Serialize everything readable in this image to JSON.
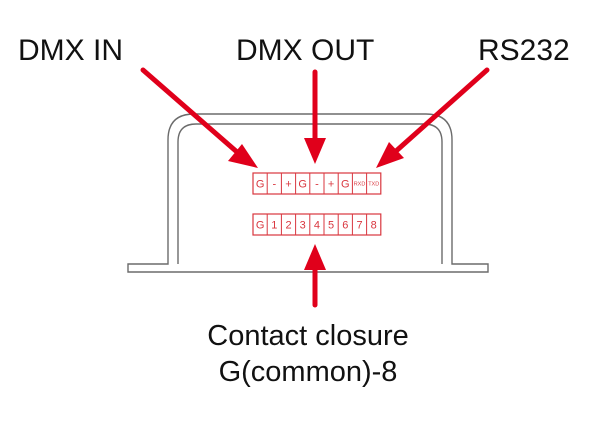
{
  "labels": {
    "dmx_in": "DMX IN",
    "dmx_out": "DMX OUT",
    "rs232": "RS232",
    "contact_line1": "Contact closure",
    "contact_line2": "G(common)-8"
  },
  "terminals": {
    "top_row": [
      "G",
      "-",
      "+",
      "G",
      "-",
      "+",
      "G",
      "RXD",
      "TXD"
    ],
    "bottom_row": [
      "G",
      "1",
      "2",
      "3",
      "4",
      "5",
      "6",
      "7",
      "8"
    ]
  },
  "colors": {
    "arrow": "#e0001b",
    "terminal": "#d9363e",
    "housing": "#6b6b6b",
    "text": "#111111"
  }
}
